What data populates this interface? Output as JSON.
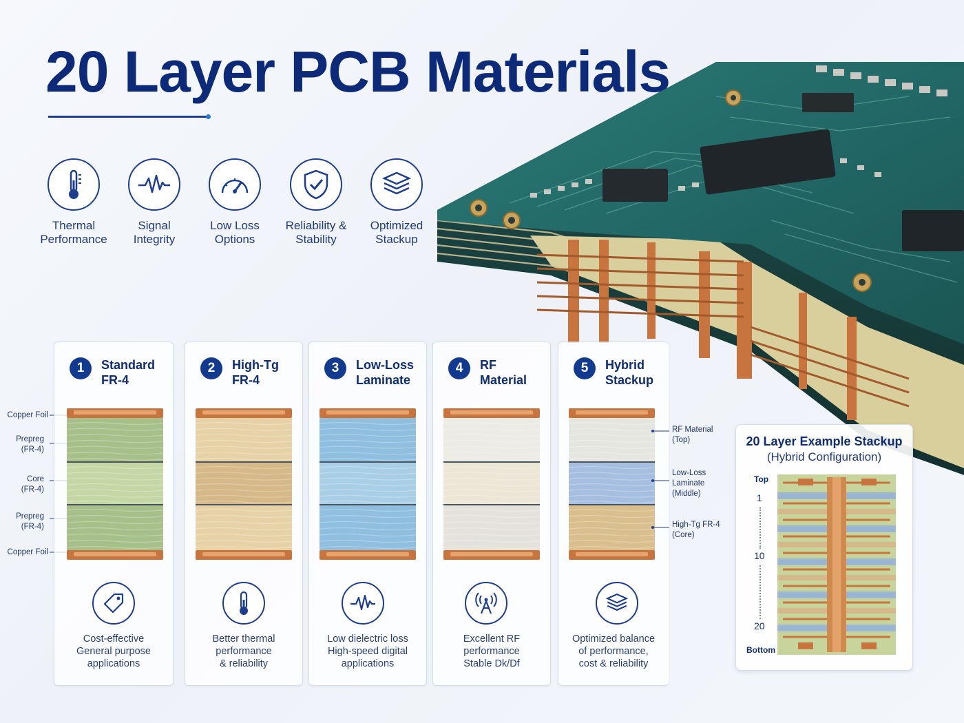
{
  "title": "20 Layer PCB Materials",
  "features": [
    {
      "label": "Thermal\nPerformance",
      "icon": "thermometer-icon"
    },
    {
      "label": "Signal\nIntegrity",
      "icon": "waveform-icon"
    },
    {
      "label": "Low Loss\nOptions",
      "icon": "gauge-icon"
    },
    {
      "label": "Reliability &\nStability",
      "icon": "shield-check-icon"
    },
    {
      "label": "Optimized\nStackup",
      "icon": "layers-icon"
    }
  ],
  "stackup_labels": {
    "copper_top": "Copper Foil",
    "prepreg_top": "Prepreg\n(FR-4)",
    "core": "Core\n(FR-4)",
    "prepreg_bottom": "Prepreg\n(FR-4)",
    "copper_bottom": "Copper Foil"
  },
  "materials": [
    {
      "number": "1",
      "title": "Standard\nFR-4",
      "description": "Cost-effective\nGeneral purpose\napplications",
      "icon": "price-tag-icon",
      "colors": [
        "#a7c08a",
        "#c5d7a5",
        "#a7c08a"
      ]
    },
    {
      "number": "2",
      "title": "High-Tg\nFR-4",
      "description": "Better thermal\nperformance\n& reliability",
      "icon": "thermometer-icon",
      "colors": [
        "#e7d2a8",
        "#d6b988",
        "#e7d2a8"
      ]
    },
    {
      "number": "3",
      "title": "Low-Loss\nLaminate",
      "description": "Low dielectric loss\nHigh-speed digital\napplications",
      "icon": "waveform-icon",
      "colors": [
        "#8fbedf",
        "#a9cfe6",
        "#8fbedf"
      ]
    },
    {
      "number": "4",
      "title": "RF\nMaterial",
      "description": "Excellent RF\nperformance\nStable Dk/Df",
      "icon": "antenna-icon",
      "colors": [
        "#ecebe4",
        "#ece6d6",
        "#e4e2da"
      ]
    },
    {
      "number": "5",
      "title": "Hybrid\nStackup",
      "description": "Optimized balance\nof performance,\ncost & reliability",
      "icon": "layers-icon",
      "colors": [
        "#e6e6e1",
        "#a6bfe0",
        "#d9bf8e"
      ]
    }
  ],
  "hybrid_labels": {
    "rf": "RF Material\n(Top)",
    "low_loss": "Low-Loss\nLaminate\n(Middle)",
    "high_tg": "High-Tg FR-4\n(Core)"
  },
  "example": {
    "title": "20 Layer Example Stackup",
    "subtitle": "(Hybrid Configuration)",
    "top_label": "Top",
    "bottom_label": "Bottom",
    "layer_marks": [
      "1",
      "10",
      "20"
    ]
  },
  "colors": {
    "navy": "#0d2a78",
    "copper": "#c8743e",
    "pcb_green": "#1e5e5c"
  }
}
